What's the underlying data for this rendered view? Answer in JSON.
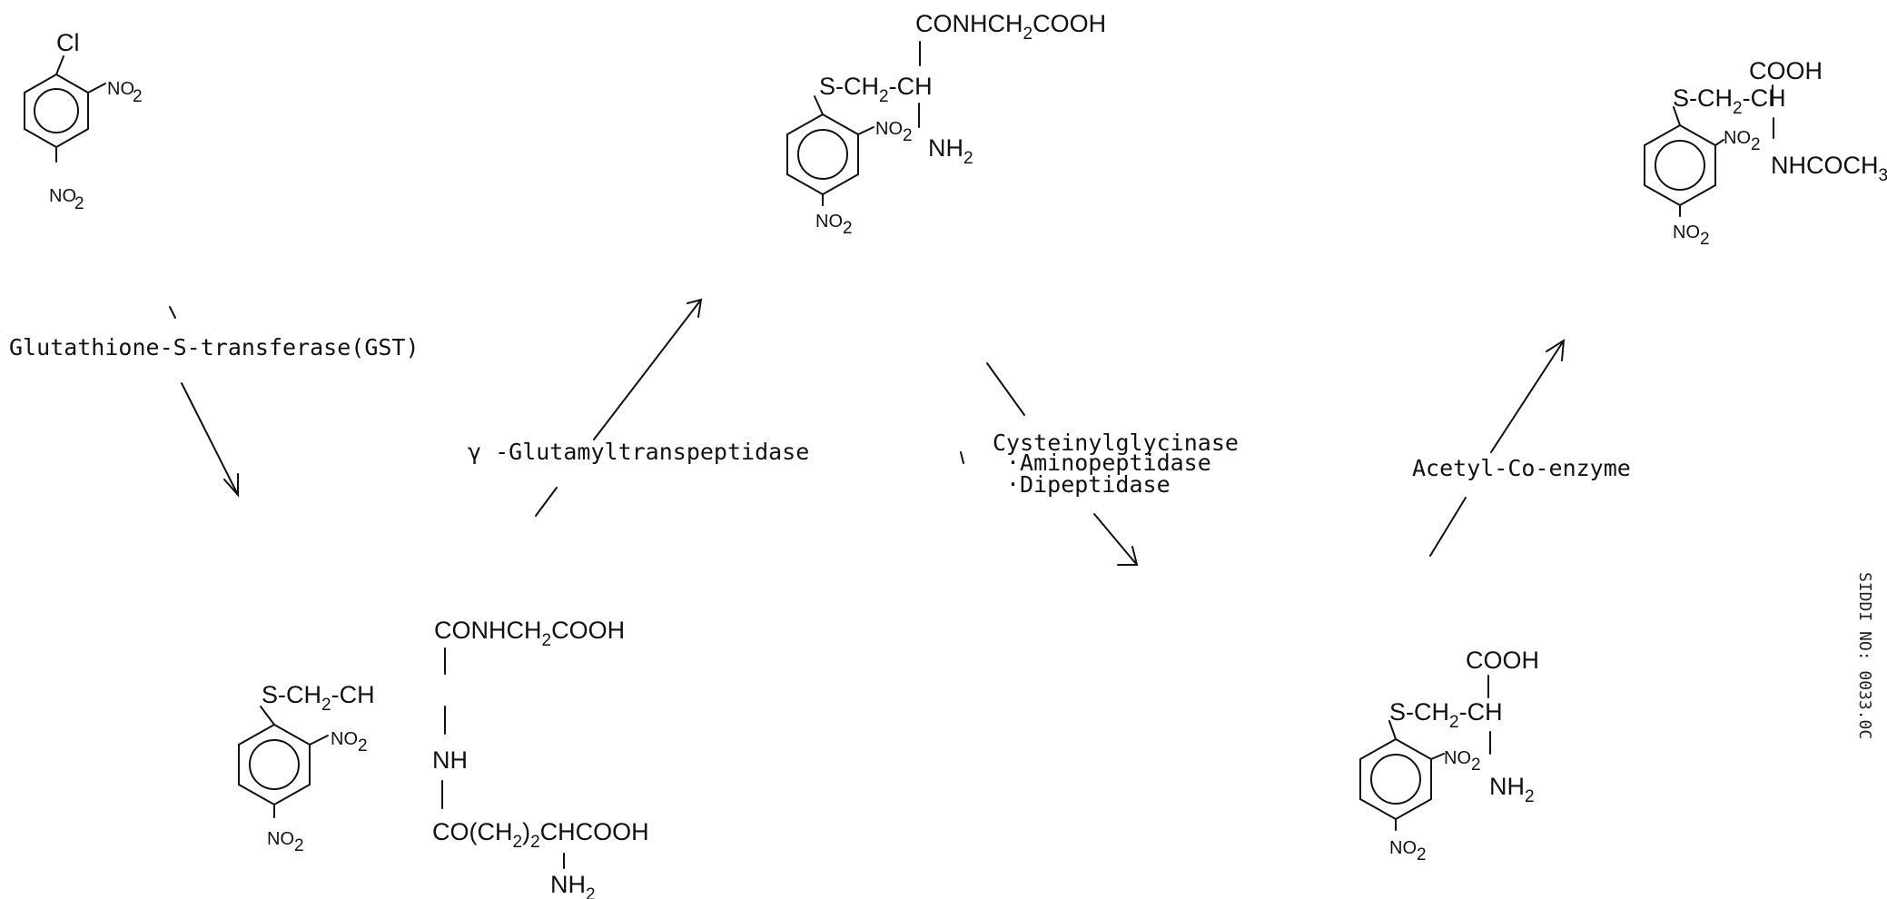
{
  "enzymes": {
    "gst": "Glutathione-S-transferase(GST)",
    "ggt": "γ -Glutamyltranspeptidase",
    "cys1": "Cysteinylglycinase",
    "cys2": "·Aminopeptidase",
    "cys3": "·Dipeptidase",
    "acetyl": "Acetyl-Co-enzyme"
  },
  "cdnb": {
    "cl": "Cl",
    "no2_side": "NO",
    "no2_bottom": "NO",
    "sub": "2"
  },
  "glutathione_conj": {
    "top": "CONHCH",
    "top_sub": "2",
    "top_end": "COOH",
    "chain": "S-CH",
    "chain_sub": "2",
    "chain_end": "-CH",
    "nh": "NH",
    "co": "CO(CH",
    "co_sub": "2",
    "co_mid": ")",
    "co_end": "CHCOOH",
    "nh2": "NH",
    "nh2_sub": "2",
    "no2": "NO",
    "no2_sub": "2",
    "no2_bottom": "NO"
  },
  "cysgly_conj": {
    "top": "CONHCH",
    "top_sub": "2",
    "top_end": "COOH",
    "chain": "S-CH",
    "chain_sub": "2",
    "chain_end": "-CH",
    "nh2": "NH",
    "nh2_sub": "2",
    "no2": "NO",
    "no2_sub": "2",
    "no2_bottom": "NO"
  },
  "cys_conj": {
    "top": "COOH",
    "chain": "S-CH",
    "chain_sub": "2",
    "chain_end": "-CH",
    "nh2": "NH",
    "nh2_sub": "2",
    "no2": "NO",
    "no2_sub": "2",
    "no2_bottom": "NO"
  },
  "mercapturic": {
    "top": "COOH",
    "chain": "S-CH",
    "chain_sub": "2",
    "chain_end": "-CH",
    "nh": "NHCOCH",
    "nh_sub": "3",
    "no2": "NO",
    "no2_sub": "2",
    "no2_bottom": "NO"
  },
  "side_text": "SIDDI NO: 0033.0C"
}
